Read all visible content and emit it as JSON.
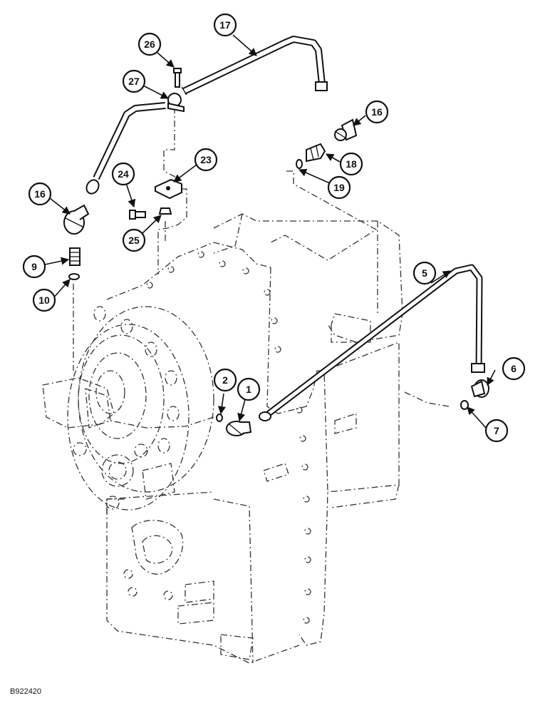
{
  "figure_code": "B922420",
  "callouts": [
    "1",
    "2",
    "5",
    "6",
    "7",
    "9",
    "10",
    "16",
    "16",
    "17",
    "18",
    "19",
    "23",
    "24",
    "25",
    "26",
    "27"
  ]
}
